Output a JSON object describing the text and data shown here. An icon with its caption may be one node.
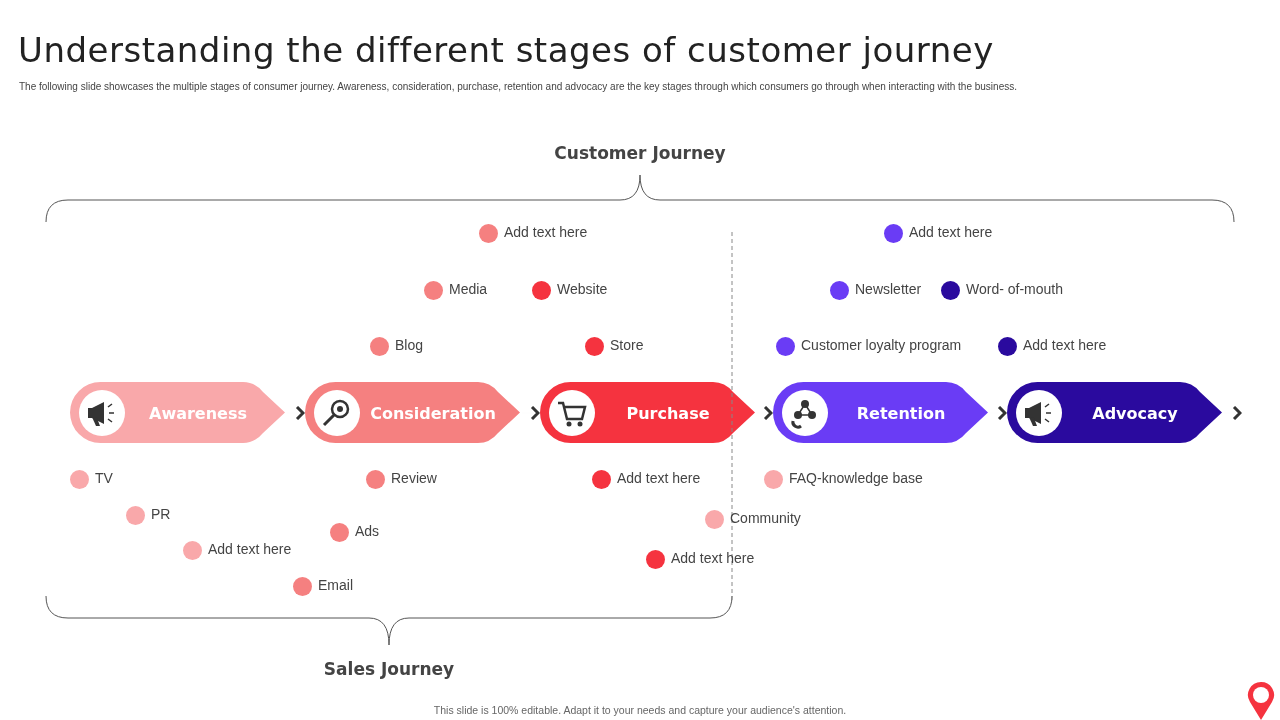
{
  "diagram": {
    "title": "Understanding the different stages of customer journey",
    "nodes": [
      {
        "text": [
          "Awareness"
        ]
      },
      {
        "text": [
          "Consideration"
        ]
      },
      {
        "text": [
          "Purchase"
        ]
      },
      {
        "text": [
          "Retention"
        ]
      },
      {
        "text": [
          "Advocacy"
        ]
      }
    ],
    "edges": [
      {
        "from": 0,
        "to": 1,
        "arrow": "to"
      },
      {
        "from": 1,
        "to": 2,
        "arrow": "to"
      },
      {
        "from": 2,
        "to": 3,
        "arrow": "to"
      },
      {
        "from": 3,
        "to": 4,
        "arrow": "to"
      },
      {
        "from": 4,
        "to": null,
        "arrow": "to"
      }
    ],
    "labels": [
      "The following slide showcases the multiple stages of consumer journey. Awareness, consideration, purchase, retention and advocacy are the key stages through which consumers go through when interacting with the business.",
      "Customer Journey",
      "Add text here",
      "Add text here",
      "Media",
      "Website",
      "Newsletter",
      "Word- of-mouth",
      "Blog",
      "Store",
      "Customer loyalty program",
      "Add text here",
      "TV",
      "Review",
      "Add text here",
      "FAQ-knowledge  base",
      "PR",
      "Community",
      "Ads",
      "Add text here",
      "Add text here",
      "Email",
      "Sales Journey",
      "This slide is 100% editable. Adapt it to your needs and capture your audience's attention."
    ]
  }
}
